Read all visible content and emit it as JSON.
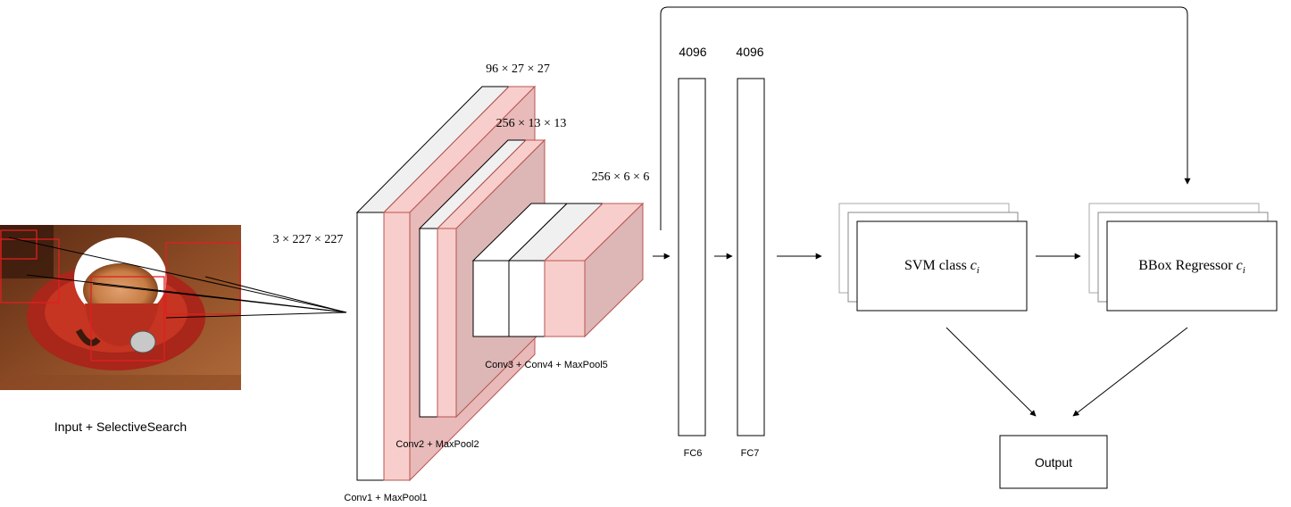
{
  "input": {
    "label": "Input + SelectiveSearch",
    "dims": "3 × 227 × 227"
  },
  "layers": {
    "conv1": {
      "label": "Conv1 + MaxPool1"
    },
    "conv2": {
      "label": "Conv2 + MaxPool2",
      "dims": "96 × 27 × 27"
    },
    "conv345": {
      "label": "Conv3 + Conv4 + MaxPool5",
      "dims_a": "256 × 13 × 13",
      "dims_b": "256 × 6 × 6"
    },
    "fc6": {
      "label": "FC6",
      "units": "4096"
    },
    "fc7": {
      "label": "FC7",
      "units": "4096"
    }
  },
  "svm": {
    "label": "SVM class",
    "subscript_var": "c",
    "subscript": "i"
  },
  "bbox": {
    "label": "BBox Regressor",
    "subscript_var": "c",
    "subscript": "i"
  },
  "output": {
    "label": "Output"
  },
  "colors": {
    "pool_fill": "#f8cecc",
    "pool_stroke": "#b85450",
    "top_face": "#f0f0f0",
    "line": "#000000",
    "region_box": "#e02020"
  }
}
